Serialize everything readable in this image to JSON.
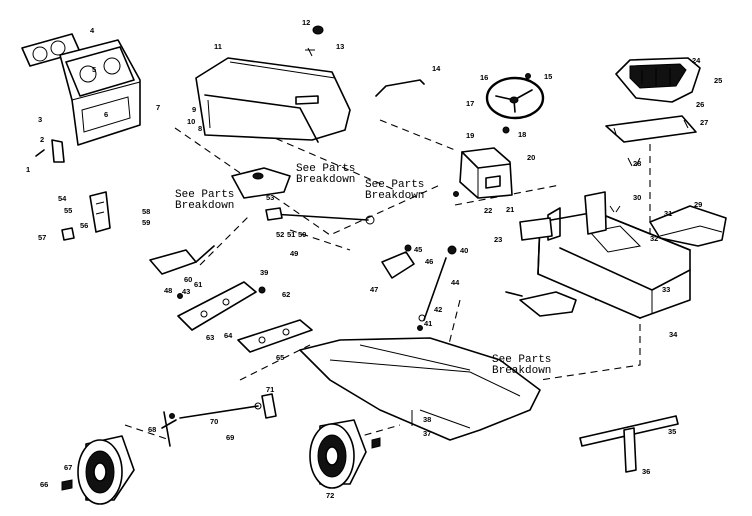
{
  "diagram": {
    "notes": [
      "See Parts Breakdown",
      "See Parts Breakdown",
      "See Parts Breakdown",
      "See Parts Breakdown"
    ],
    "labels": [
      "1",
      "2",
      "3",
      "4",
      "5",
      "6",
      "7",
      "8",
      "9",
      "10",
      "11",
      "12",
      "13",
      "14",
      "15",
      "16",
      "17",
      "18",
      "19",
      "20",
      "21",
      "22",
      "23",
      "24",
      "25",
      "26",
      "27",
      "28",
      "29",
      "30",
      "31",
      "32",
      "33",
      "34",
      "35",
      "36",
      "37",
      "38",
      "39",
      "40",
      "41",
      "42",
      "43",
      "44",
      "45",
      "46",
      "47",
      "48",
      "49",
      "50",
      "51",
      "52",
      "53",
      "54",
      "55",
      "56",
      "57",
      "58",
      "59",
      "60",
      "61",
      "62",
      "63",
      "64",
      "65",
      "66",
      "67",
      "68",
      "69",
      "70",
      "71",
      "72"
    ]
  }
}
